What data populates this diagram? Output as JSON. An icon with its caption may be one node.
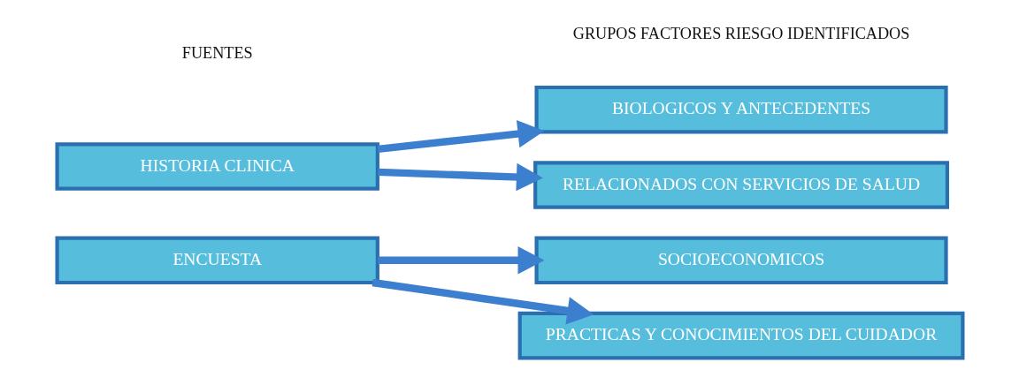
{
  "diagram": {
    "nodes": [
      {
        "text": [
          "HISTORIA CLINICA"
        ]
      },
      {
        "text": [
          "BIOLOGICOS Y ANTECEDENTES"
        ]
      },
      {
        "text": [
          "RELACIONADOS CON SERVICIOS DE SALUD"
        ]
      },
      {
        "text": [
          "ENCUESTA"
        ]
      },
      {
        "text": [
          "SOCIOECONOMICOS"
        ]
      },
      {
        "text": [
          "PRACTICAS Y CONOCIMIENTOS DEL CUIDADOR"
        ]
      }
    ],
    "edges": [
      {
        "from": 0,
        "to": 1,
        "arrow": "to"
      },
      {
        "from": 0,
        "to": 2,
        "arrow": "to"
      },
      {
        "from": 3,
        "to": 4,
        "arrow": "to"
      },
      {
        "from": 3,
        "to": 5,
        "arrow": "to"
      }
    ],
    "labels": [
      "FUENTES",
      "GRUPOS FACTORES RIESGO IDENTIFICADOS"
    ]
  }
}
